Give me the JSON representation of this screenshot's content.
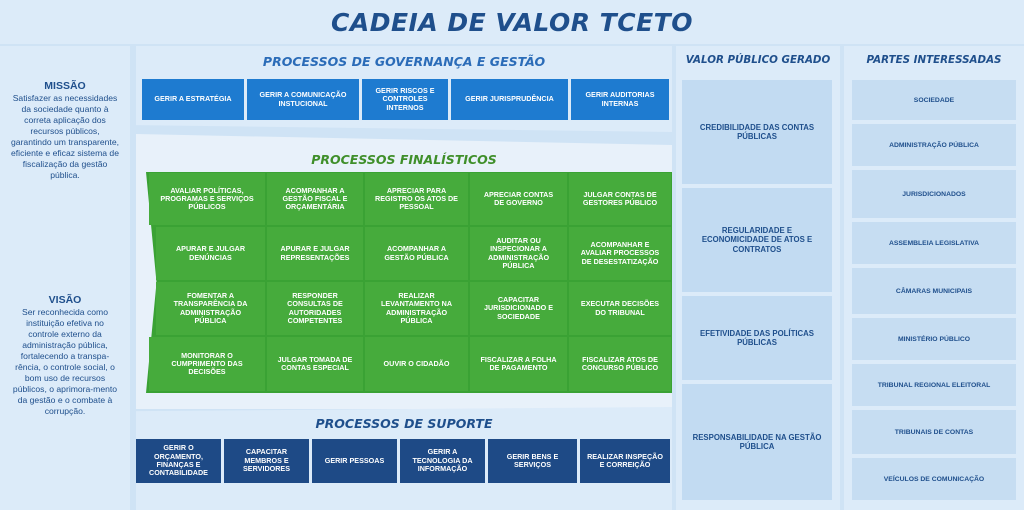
{
  "title": "CADEIA DE VALOR TCETO",
  "missao": {
    "heading": "MISSÃO",
    "text": "Satisfazer as necessidades da sociedade quanto à correta aplicação dos recursos públicos, garantindo um transparente, eficiente e eficaz sistema de fiscalização da gestão pública."
  },
  "visao": {
    "heading": "VISÃO",
    "text": "Ser reconhecida como instituição efetiva no controle externo da administração pública, fortalecendo a transpa-rência, o controle social, o bom uso de recursos públicos, o aprimora-mento da gestão e o combate à corrupção."
  },
  "governanca": {
    "title": "PROCESSOS DE GOVERNANÇA E GESTÃO",
    "items": [
      "GERIR A ESTRATÉGIA",
      "GERIR A COMUNICAÇÃO INSTUCIONAL",
      "GERIR RISCOS E CONTROLES INTERNOS",
      "GERIR JURISPRUDÊNCIA",
      "GERIR AUDITORIAS INTERNAS"
    ]
  },
  "finalisticos": {
    "title": "PROCESSOS FINALÍSTICOS",
    "items": [
      "AVALIAR POLÍTICAS, PROGRAMAS E SERVIÇOS PÚBLICOS",
      "ACOMPANHAR A GESTÃO FISCAL E ORÇAMENTÁRIA",
      "APRECIAR PARA REGISTRO OS ATOS DE PESSOAL",
      "APRECIAR CONTAS DE GOVERNO",
      "JULGAR CONTAS DE GESTORES PÚBLICO",
      "APURAR E JULGAR DENÚNCIAS",
      "APURAR E JULGAR REPRESENTAÇÕES",
      "ACOMPANHAR A GESTÃO PÚBLICA",
      "AUDITAR OU INSPECIONAR A ADMINISTRAÇÃO PÚBLICA",
      "ACOMPANHAR E AVALIAR PROCESSOS DE DESESTATIZAÇÃO",
      "FOMENTAR A TRANSPARÊNCIA DA ADMINISTRAÇÃO PÚBLICA",
      "RESPONDER CONSULTAS DE AUTORIDADES COMPETENTES",
      "REALIZAR LEVANTAMENTO NA ADMINISTRAÇÃO PÚBLICA",
      "CAPACITAR JURISDICIONADO E SOCIEDADE",
      "EXECUTAR DECISÕES DO TRIBUNAL",
      "MONITORAR O CUMPRIMENTO DAS DECISÕES",
      "JULGAR TOMADA DE CONTAS ESPECIAL",
      "OUVIR O CIDADÃO",
      "FISCALIZAR A FOLHA DE PAGAMENTO",
      "FISCALIZAR ATOS DE CONCURSO PÚBLICO"
    ]
  },
  "suporte": {
    "title": "PROCESSOS DE SUPORTE",
    "items": [
      "GERIR O ORÇAMENTO, FINANÇAS E CONTABILIDADE",
      "CAPACITAR MEMBROS E SERVIDORES",
      "GERIR PESSOAS",
      "GERIR A TECNOLOGIA DA INFORMAÇÃO",
      "GERIR BENS E SERVIÇOS",
      "REALIZAR INSPEÇÃO E CORREIÇÃO"
    ]
  },
  "valor_publico": {
    "title": "VALOR PÚBLICO GERADO",
    "items": [
      "CREDIBILIDADE DAS CONTAS PÚBLICAS",
      "REGULARIDADE E ECONOMICIDADE DE ATOS E CONTRATOS",
      "EFETIVIDADE DAS POLÍTICAS PÚBLICAS",
      "RESPONSABILIDADE NA GESTÃO PÚBLICA"
    ]
  },
  "partes_interessadas": {
    "title": "PARTES INTERESSADAS",
    "items": [
      "SOCIEDADE",
      "ADMINISTRAÇÃO PÚBLICA",
      "JURISDICIONADOS",
      "ASSEMBLEIA LEGISLATIVA",
      "CÂMARAS MUNICIPAIS",
      "MINISTÉRIO PÚBLICO",
      "TRIBUNAL REGIONAL ELEITORAL",
      "TRIBUNAIS DE CONTAS",
      "VEÍCULOS DE COMUNICAÇÃO"
    ]
  },
  "colors": {
    "title_blue": "#1f4f8c",
    "gov_blue": "#1e7bd0",
    "sup_navy": "#1e4a86",
    "fin_green": "#46ab3c",
    "fin_title_green": "#3f8f2a",
    "panel_light": "#dcebf9"
  }
}
